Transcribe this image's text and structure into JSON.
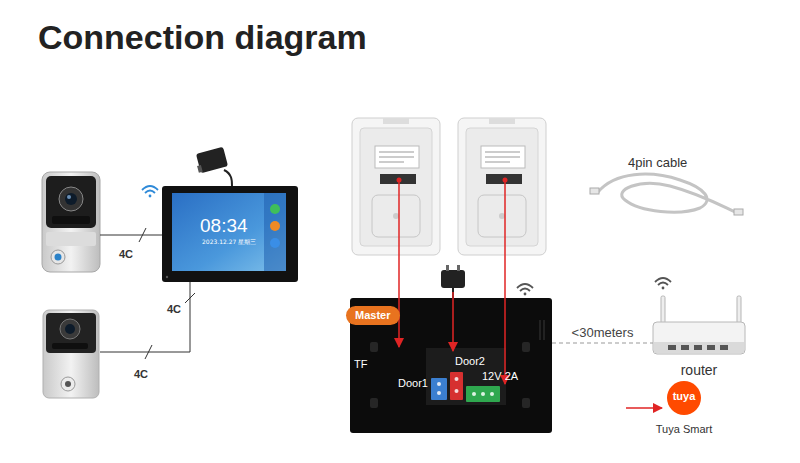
{
  "diagram": {
    "title": "Connection diagram",
    "nodes": [
      {
        "text": [
          "08:34",
          "2023.12.27 星期三"
        ]
      },
      {
        "text": [
          "Door1",
          "Door2",
          "12V 2A",
          "TF"
        ]
      },
      {
        "text": [
          "Master"
        ],
        "in": 1
      },
      {
        "text": [
          "router"
        ]
      },
      {
        "text": [
          "tuya",
          "Tuya Smart"
        ]
      }
    ],
    "edges": [
      {
        "from": 1,
        "to": 3,
        "label": "<30meters",
        "arrow": "none"
      }
    ],
    "labels": [
      "4C",
      "4C",
      "4C",
      "4pin cable"
    ]
  }
}
